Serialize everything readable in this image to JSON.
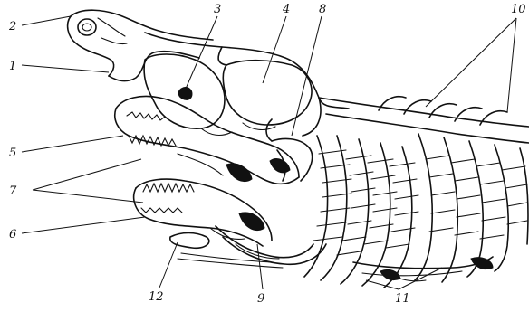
{
  "labels": {
    "l1": "1",
    "l2": "2",
    "l3": "3",
    "l4": "4",
    "l5": "5",
    "l6": "6",
    "l7": "7",
    "l8": "8",
    "l9": "9",
    "l10": "10",
    "l11": "11",
    "l12": "12"
  },
  "style": {
    "ink": "#111111",
    "paper": "#ffffff"
  }
}
